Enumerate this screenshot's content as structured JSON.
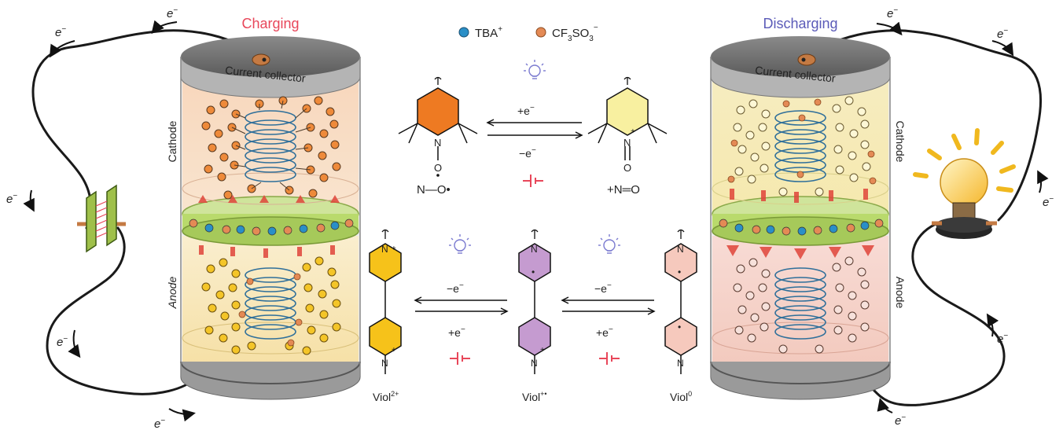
{
  "titles": {
    "charging": "Charging",
    "discharging": "Discharging"
  },
  "legend": {
    "tba": "TBA",
    "tba_sup": "+",
    "cf3": "CF",
    "cf3_sub1": "3",
    "cf3_so": "SO",
    "cf3_sub2": "3",
    "cf3_sup": "−"
  },
  "cells": {
    "left": {
      "collector": "Current collector",
      "cathode": "Cathode",
      "anode": "Anode"
    },
    "right": {
      "collector": "Current collector",
      "cathode": "Cathode",
      "anode": "Anode"
    }
  },
  "tempo": {
    "reduction": "+e",
    "oxidation": "−e",
    "reduction_sup": "−",
    "oxidation_sup": "−",
    "left_label": "N—O•",
    "right_label": "+N═O",
    "left_atom_n": "N",
    "left_atom_o": "O",
    "right_atom_n": "N",
    "right_atom_o": "O",
    "right_charge": "+"
  },
  "viologen": {
    "arrow1_top": "−e",
    "arrow1_bottom": "+e",
    "arrow2_top": "−e",
    "arrow2_bottom": "+e",
    "sup": "−",
    "v2": "Viol",
    "v2_sup": "2+",
    "v1": "Viol",
    "v1_sup": "+•",
    "v0": "Viol",
    "v0_sup": "0",
    "ring_n": "N",
    "plus": "+",
    "dot": "•"
  },
  "electrons": {
    "symbol": "e",
    "sup": "−"
  },
  "colors": {
    "charging_title": "#e8475a",
    "discharging_title": "#5b5bb8",
    "tba_ion": "#2a8fc7",
    "cf3_ion": "#e48a55",
    "radical_orange": "#ee7a22",
    "oxo_yellow": "#f8f0a0",
    "viol_yellow": "#f6c21a",
    "viol_purple": "#c59bd0",
    "viol_pink": "#f6c9bd",
    "electrode_arrow": "#e0453a",
    "separator": "#b9da6c",
    "battery_symbol": "#e8475a"
  }
}
